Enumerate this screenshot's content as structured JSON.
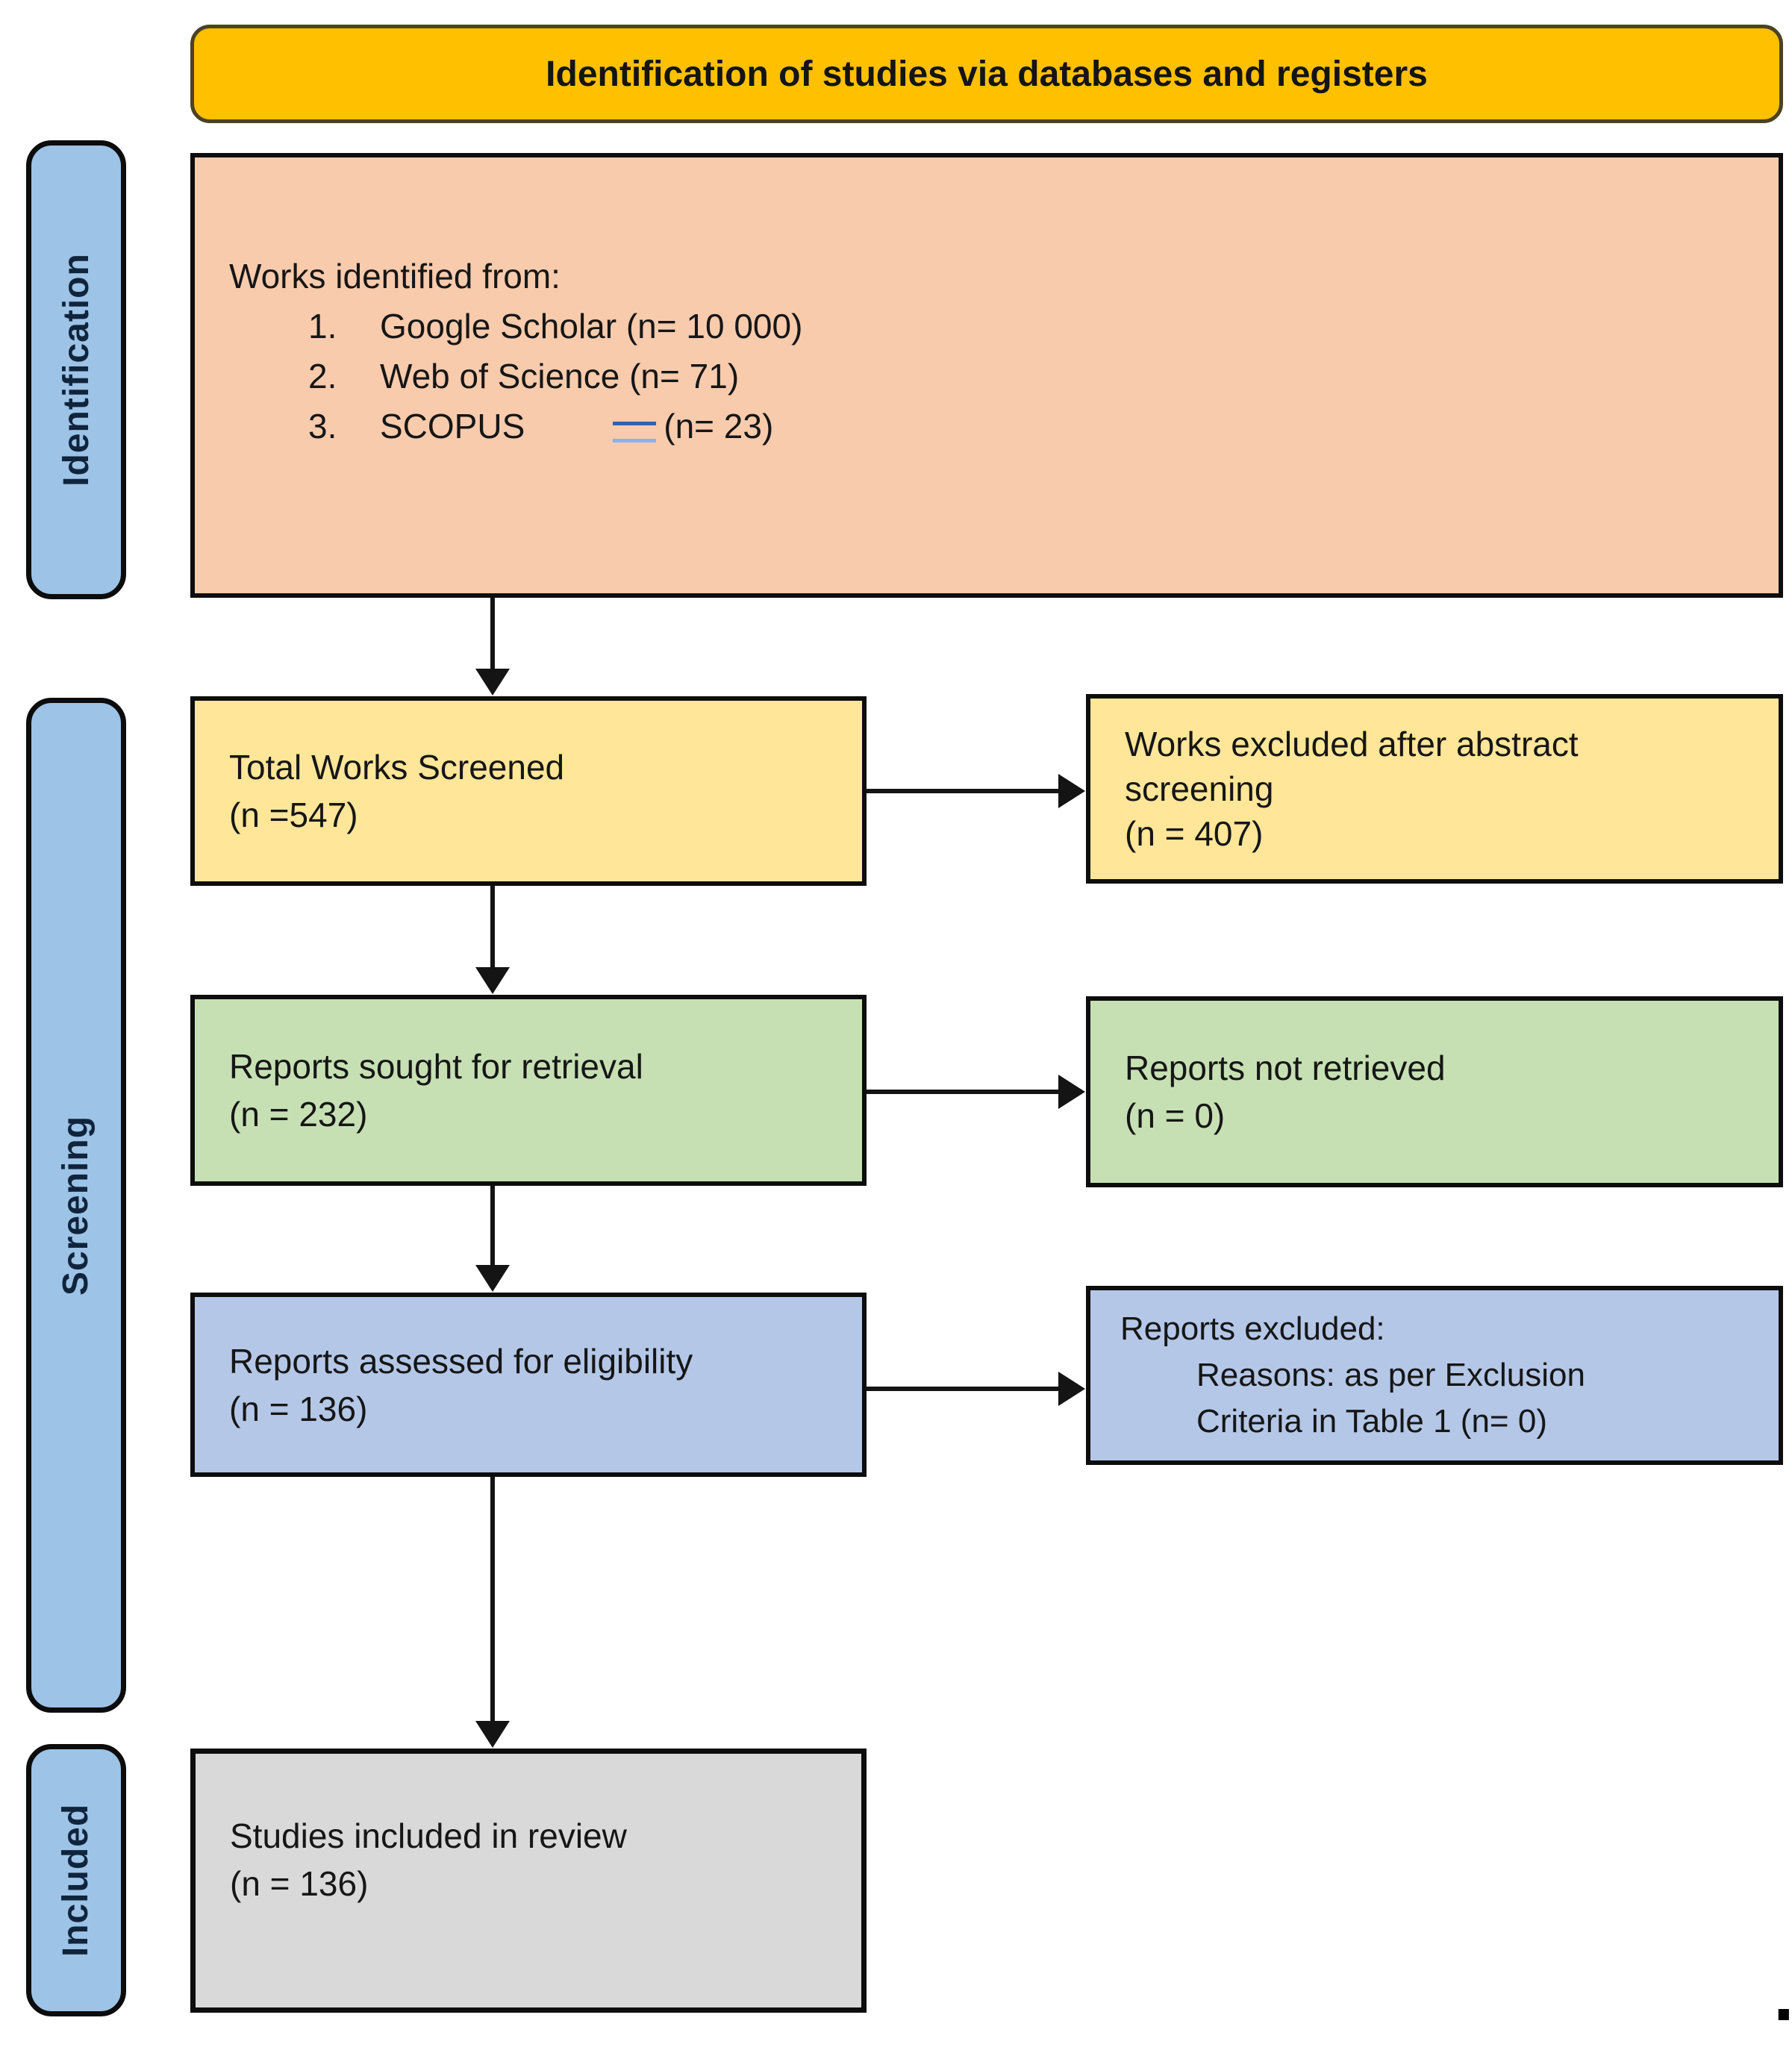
{
  "banner": {
    "title": "Identification of studies via databases and registers"
  },
  "sidebar": [
    {
      "label": "Identification"
    },
    {
      "label": "Screening"
    },
    {
      "label": "Included"
    }
  ],
  "boxes": {
    "identified": {
      "intro": "Works identified from:",
      "items": [
        {
          "num": "1.",
          "text": "Google Scholar (n= 10 000)"
        },
        {
          "num": "2.",
          "text": "Web of Science (n= 71)"
        },
        {
          "num": "3.",
          "text": "SCOPUS",
          "suffix": "(n= 23)"
        }
      ]
    },
    "screened": {
      "line1": "Total Works Screened",
      "line2": "(n =547)"
    },
    "excluded_abstract": {
      "line1": "Works excluded after abstract screening",
      "line2": "(n = 407)"
    },
    "sought": {
      "line1": "Reports sought for retrieval",
      "line2": "(n = 232)"
    },
    "not_retrieved": {
      "line1": "Reports not retrieved",
      "line2": "(n = 0)"
    },
    "assessed": {
      "line1": "Reports assessed for eligibility",
      "line2": "(n = 136)"
    },
    "excluded_reasons": {
      "line1": "Reports excluded:",
      "line2": "Reasons: as per Exclusion",
      "line3": "Criteria in Table 1 (n= 0)"
    },
    "included_review": {
      "line1": "Studies included in review",
      "line2": "(n = 136)"
    }
  },
  "trailing_period": ".",
  "palette": {
    "banner_fill": "#FFC000",
    "identified_fill": "#F8CBAD",
    "screened_fill": "#FFE699",
    "retrieval_fill": "#C6E0B4",
    "eligibility_fill": "#B4C7E7",
    "included_fill": "#D9D9D9",
    "sidebar_fill": "#9DC3E6",
    "line_color": "#141414",
    "grammar_mark_blue_dark": "#3a5fad",
    "grammar_mark_blue_light": "#8ab1f0"
  }
}
